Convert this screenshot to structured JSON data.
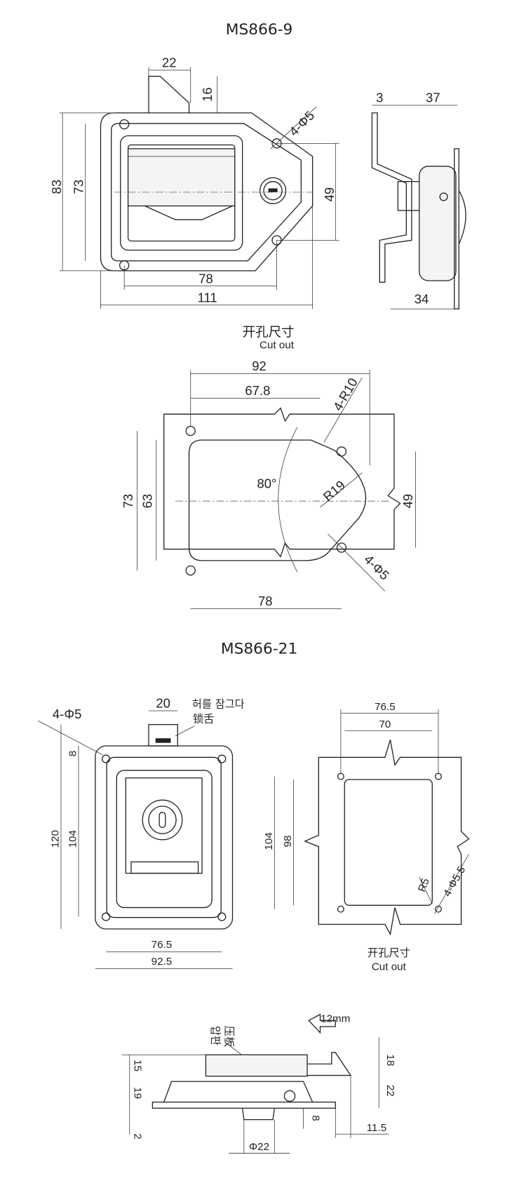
{
  "models": {
    "top": "MS866-9",
    "bottom": "MS866-21"
  },
  "view1": {
    "d22": "22",
    "d16": "16",
    "holes": "4-Φ5",
    "d83": "83",
    "d73": "73",
    "d49": "49",
    "d78": "78",
    "d111": "111"
  },
  "side1": {
    "d3": "3",
    "d37": "37",
    "d34": "34"
  },
  "cutout1": {
    "title_cn": "开孔尺寸",
    "title_en": "Cut out",
    "d92": "92",
    "d67": "67.8",
    "r10": "4-R10",
    "angle": "80°",
    "r19": "R19",
    "d73": "73",
    "d63": "63",
    "d49": "49",
    "holes": "4-Φ5",
    "d78": "78"
  },
  "view2": {
    "holes": "4-Φ5",
    "d20": "20",
    "latch_ko": "허를 잠그다",
    "latch_cn": "锁舌",
    "d8": "8",
    "d120": "120",
    "d104": "104",
    "d76": "76.5",
    "d92": "92.5"
  },
  "cutout2": {
    "d76": "76.5",
    "d70": "70",
    "d104": "104",
    "d98": "98",
    "r5": "R5",
    "holes": "4-Φ5.5",
    "title_cn": "开孔尺寸",
    "title_en": "Cut out"
  },
  "side2": {
    "stroke": "12mm",
    "plate_ko": "압판",
    "plate_cn": "压板",
    "d15": "15",
    "d19": "19",
    "d2": "2",
    "d18": "18",
    "d22": "22",
    "d8": "8",
    "d11": "11.5",
    "dia22": "Φ22"
  }
}
